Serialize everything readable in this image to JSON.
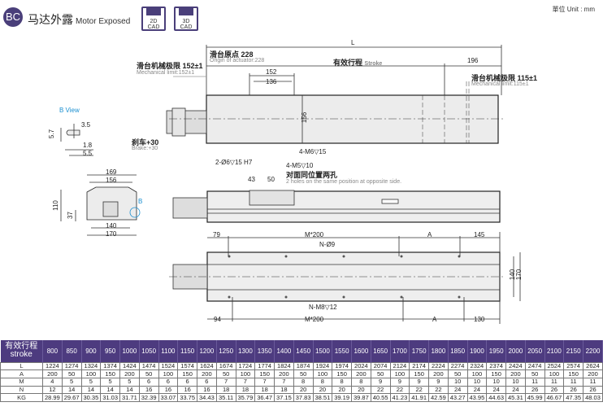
{
  "header": {
    "badge": "BC",
    "title_cn": "马达外露",
    "title_en": "Motor Exposed",
    "cad_2d": [
      "2D",
      "CAD"
    ],
    "cad_3d": [
      "3D",
      "CAD"
    ],
    "unit": "單位 Unit : mm"
  },
  "drawing": {
    "L": "L",
    "origin_cn": "滑台原点 228",
    "origin_en": "Origin of actuator:228",
    "stroke_cn": "有效行程",
    "stroke_en": "Stroke",
    "d196": "196",
    "mech_left_cn": "滑台机械极限 152±1",
    "mech_left_en": "Mechanical limit:152±1",
    "mech_right_cn": "滑台机械极限 115±1",
    "mech_right_en": "Mechanical limit:115±1",
    "d152": "152",
    "d136": "136",
    "d156v": "156",
    "brake_cn": "刹车+30",
    "brake_en": "Brake:+30",
    "m6": "4-M6▽15",
    "pin": "2-Ø6▽15 H7",
    "m5": "4-M5▽10",
    "m5_cn": "对面同位置两孔",
    "m5_en": "2 holes on the same position at opposite side.",
    "d43": "43",
    "d50": "50",
    "d79": "79",
    "m200a": "M*200",
    "a1": "A",
    "d145": "145",
    "n9": "N-Ø9",
    "d140": "140",
    "d170v": "170",
    "n_m8": "N-M8▽12",
    "d94": "94",
    "m200b": "M*200",
    "a2": "A",
    "d130": "130",
    "bview": "B View",
    "b35": "3.5",
    "b57": "5.7",
    "b18": "1.8",
    "b55": "5.5",
    "e169": "169",
    "e156": "156",
    "e110": "110",
    "e37": "37",
    "e140": "140",
    "e170": "170",
    "eB": "B"
  },
  "table": {
    "header_cn": "有效行程",
    "header_en": "stroke",
    "strokes": [
      "800",
      "850",
      "900",
      "950",
      "1000",
      "1050",
      "1100",
      "1150",
      "1200",
      "1250",
      "1300",
      "1350",
      "1400",
      "1450",
      "1500",
      "1550",
      "1600",
      "1650",
      "1700",
      "1750",
      "1800",
      "1850",
      "1900",
      "1950",
      "2000",
      "2050",
      "2100",
      "2150",
      "2200"
    ],
    "rows": [
      {
        "label": "L",
        "values": [
          "1224",
          "1274",
          "1324",
          "1374",
          "1424",
          "1474",
          "1524",
          "1574",
          "1624",
          "1674",
          "1724",
          "1774",
          "1824",
          "1874",
          "1924",
          "1974",
          "2024",
          "2074",
          "2124",
          "2174",
          "2224",
          "2274",
          "2324",
          "2374",
          "2424",
          "2474",
          "2524",
          "2574",
          "2624"
        ]
      },
      {
        "label": "A",
        "values": [
          "200",
          "50",
          "100",
          "150",
          "200",
          "50",
          "100",
          "150",
          "200",
          "50",
          "100",
          "150",
          "200",
          "50",
          "100",
          "150",
          "200",
          "50",
          "100",
          "150",
          "200",
          "50",
          "100",
          "150",
          "200",
          "50",
          "100",
          "150",
          "200"
        ]
      },
      {
        "label": "M",
        "values": [
          "4",
          "5",
          "5",
          "5",
          "5",
          "6",
          "6",
          "6",
          "6",
          "7",
          "7",
          "7",
          "7",
          "8",
          "8",
          "8",
          "8",
          "9",
          "9",
          "9",
          "9",
          "10",
          "10",
          "10",
          "10",
          "11",
          "11",
          "11",
          "11"
        ]
      },
      {
        "label": "N",
        "values": [
          "12",
          "14",
          "14",
          "14",
          "14",
          "16",
          "16",
          "16",
          "16",
          "18",
          "18",
          "18",
          "18",
          "20",
          "20",
          "20",
          "20",
          "22",
          "22",
          "22",
          "22",
          "24",
          "24",
          "24",
          "24",
          "26",
          "26",
          "26",
          "26"
        ]
      },
      {
        "label": "KG",
        "values": [
          "28.99",
          "29.67",
          "30.35",
          "31.03",
          "31.71",
          "32.39",
          "33.07",
          "33.75",
          "34.43",
          "35.11",
          "35.79",
          "36.47",
          "37.15",
          "37.83",
          "38.51",
          "39.19",
          "39.87",
          "40.55",
          "41.23",
          "41.91",
          "42.59",
          "43.27",
          "43.95",
          "44.63",
          "45.31",
          "45.99",
          "46.67",
          "47.35",
          "48.03"
        ]
      }
    ]
  }
}
